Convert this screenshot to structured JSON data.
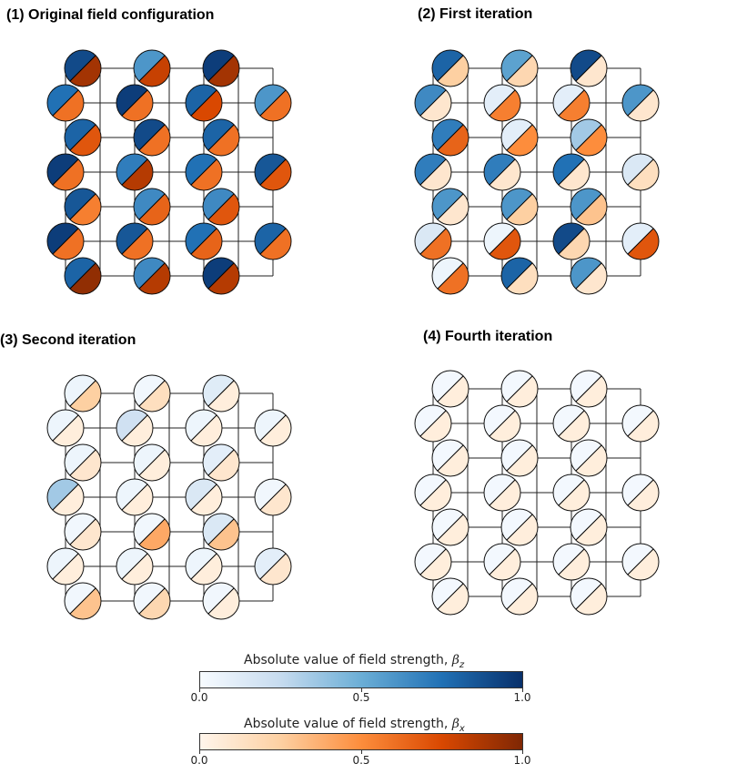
{
  "panels": [
    {
      "title": "(1) Original field configuration",
      "z": [
        0.9,
        0.6,
        0.95,
        0.75,
        0.95,
        0.8,
        0.6,
        0.8,
        0.9,
        0.8,
        0.95,
        0.7,
        0.75,
        0.85,
        0.85,
        0.65,
        0.65,
        0.95,
        0.85,
        0.75,
        0.8,
        0.8,
        0.65,
        0.95
      ],
      "x": [
        0.9,
        0.8,
        0.9,
        0.6,
        0.6,
        0.75,
        0.6,
        0.7,
        0.6,
        0.6,
        0.6,
        0.85,
        0.6,
        0.7,
        0.55,
        0.65,
        0.7,
        0.6,
        0.6,
        0.65,
        0.6,
        0.95,
        0.85,
        0.85
      ]
    },
    {
      "title": "(2) First iteration",
      "z": [
        0.8,
        0.55,
        0.9,
        0.65,
        0.1,
        0.1,
        0.6,
        0.7,
        0.1,
        0.35,
        0.7,
        0.7,
        0.75,
        0.15,
        0.6,
        0.6,
        0.6,
        0.15,
        0.05,
        0.9,
        0.1,
        0.05,
        0.8,
        0.6
      ],
      "x": [
        0.25,
        0.2,
        0.1,
        0.1,
        0.55,
        0.55,
        0.1,
        0.65,
        0.5,
        0.5,
        0.1,
        0.1,
        0.1,
        0.15,
        0.1,
        0.25,
        0.3,
        0.6,
        0.7,
        0.2,
        0.7,
        0.6,
        0.15,
        0.1
      ]
    },
    {
      "title": "(3) Second iteration",
      "z": [
        0.05,
        0.03,
        0.12,
        0.05,
        0.2,
        0.05,
        0.05,
        0.05,
        0.05,
        0.1,
        0.35,
        0.05,
        0.15,
        0.03,
        0.03,
        0.03,
        0.15,
        0.05,
        0.05,
        0.05,
        0.1,
        0.03,
        0.03,
        0.03
      ],
      "x": [
        0.25,
        0.15,
        0.05,
        0.05,
        0.05,
        0.05,
        0.05,
        0.1,
        0.05,
        0.1,
        0.05,
        0.05,
        0.05,
        0.1,
        0.1,
        0.4,
        0.3,
        0.05,
        0.05,
        0.05,
        0.1,
        0.3,
        0.2,
        0.05
      ]
    },
    {
      "title": "(4) Fourth iteration",
      "z": [
        0.02,
        0.02,
        0.02,
        0.02,
        0.02,
        0.02,
        0.02,
        0.02,
        0.02,
        0.02,
        0.02,
        0.02,
        0.02,
        0.02,
        0.02,
        0.02,
        0.02,
        0.02,
        0.02,
        0.02,
        0.02,
        0.02,
        0.02,
        0.02
      ],
      "x": [
        0.05,
        0.05,
        0.05,
        0.05,
        0.05,
        0.05,
        0.05,
        0.05,
        0.05,
        0.05,
        0.05,
        0.05,
        0.05,
        0.05,
        0.05,
        0.05,
        0.05,
        0.05,
        0.05,
        0.05,
        0.05,
        0.05,
        0.05,
        0.05
      ]
    }
  ],
  "colorbars": {
    "z": {
      "label": "Absolute value of field strength, ",
      "symbol": "β",
      "sub": "z",
      "ticks": [
        "0.0",
        "0.5",
        "1.0"
      ],
      "colors": [
        "#f7fbff",
        "#c6dbef",
        "#6baed6",
        "#2171b5",
        "#08306b"
      ]
    },
    "x": {
      "label": "Absolute value of field strength, ",
      "symbol": "β",
      "sub": "x",
      "ticks": [
        "0.0",
        "0.5",
        "1.0"
      ],
      "colors": [
        "#fff5eb",
        "#fdd0a2",
        "#fd8d3c",
        "#d94801",
        "#7f2704"
      ]
    }
  }
}
